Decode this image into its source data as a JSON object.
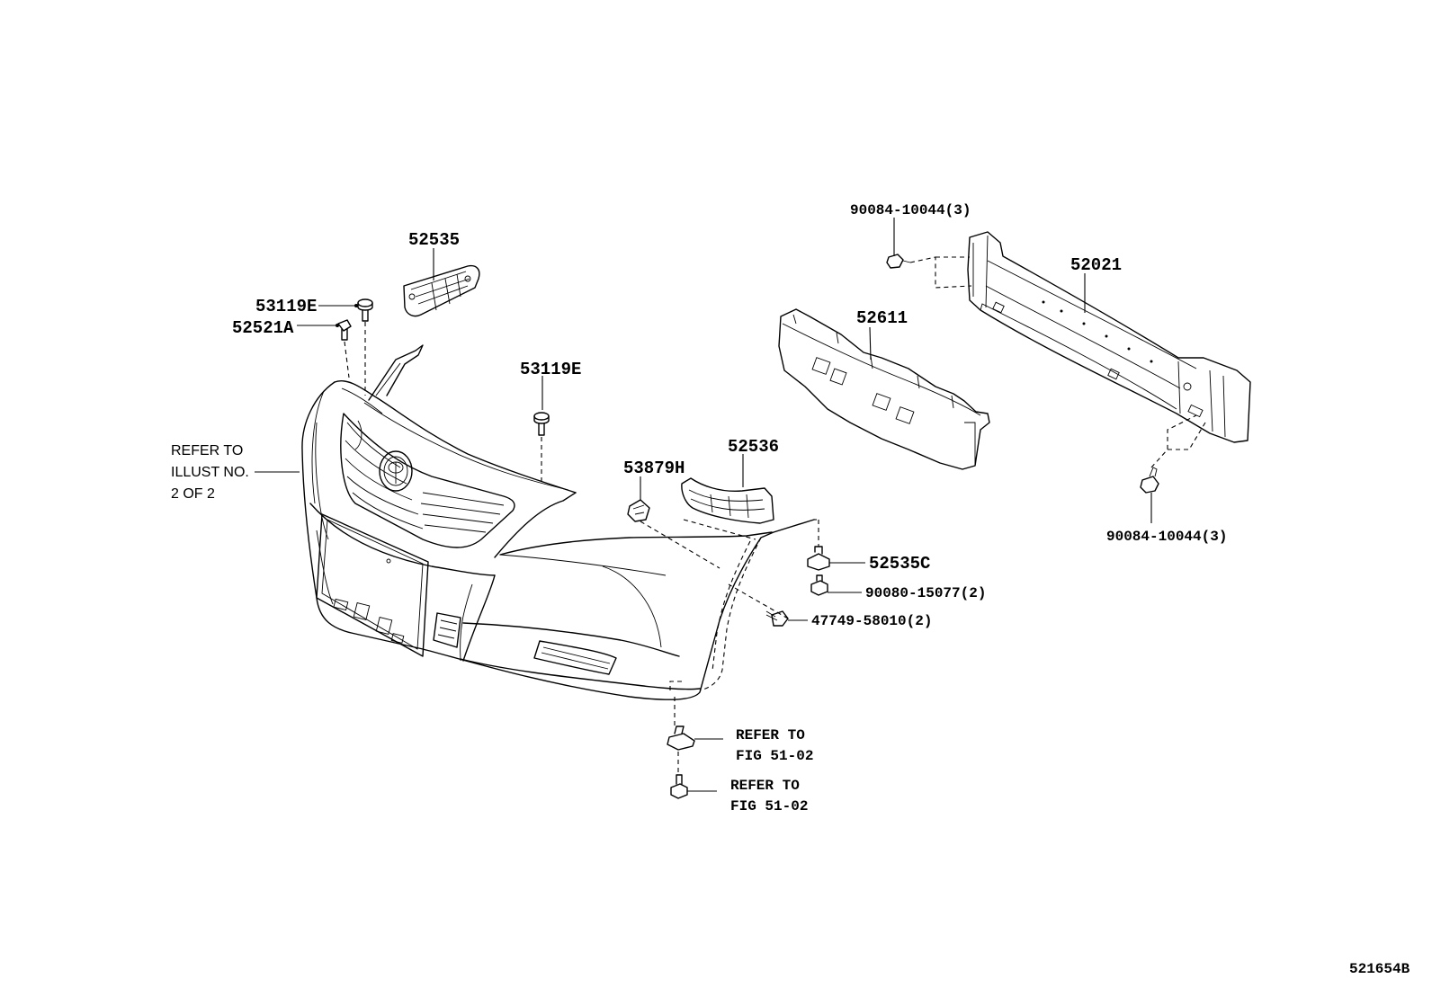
{
  "diagram_id": "521654B",
  "parts": {
    "p52535": "52535",
    "p53119e_left": "53119E",
    "p52521a": "52521A",
    "p53119e_center": "53119E",
    "p52611": "52611",
    "p52021": "52021",
    "p90084_top": "90084-10044(3)",
    "p90084_bottom": "90084-10044(3)",
    "p52536": "52536",
    "p53879h": "53879H",
    "p52535c": "52535C",
    "p90080": "90080-15077(2)",
    "p47749": "47749-58010(2)"
  },
  "notes": {
    "refer_illust_line1": "REFER TO",
    "refer_illust_line2": "ILLUST NO.",
    "refer_illust_line3": "2 OF 2",
    "refer_fig_a_line1": "REFER TO",
    "refer_fig_a_line2": "FIG 51-02",
    "refer_fig_b_line1": "REFER TO",
    "refer_fig_b_line2": "FIG 51-02"
  }
}
